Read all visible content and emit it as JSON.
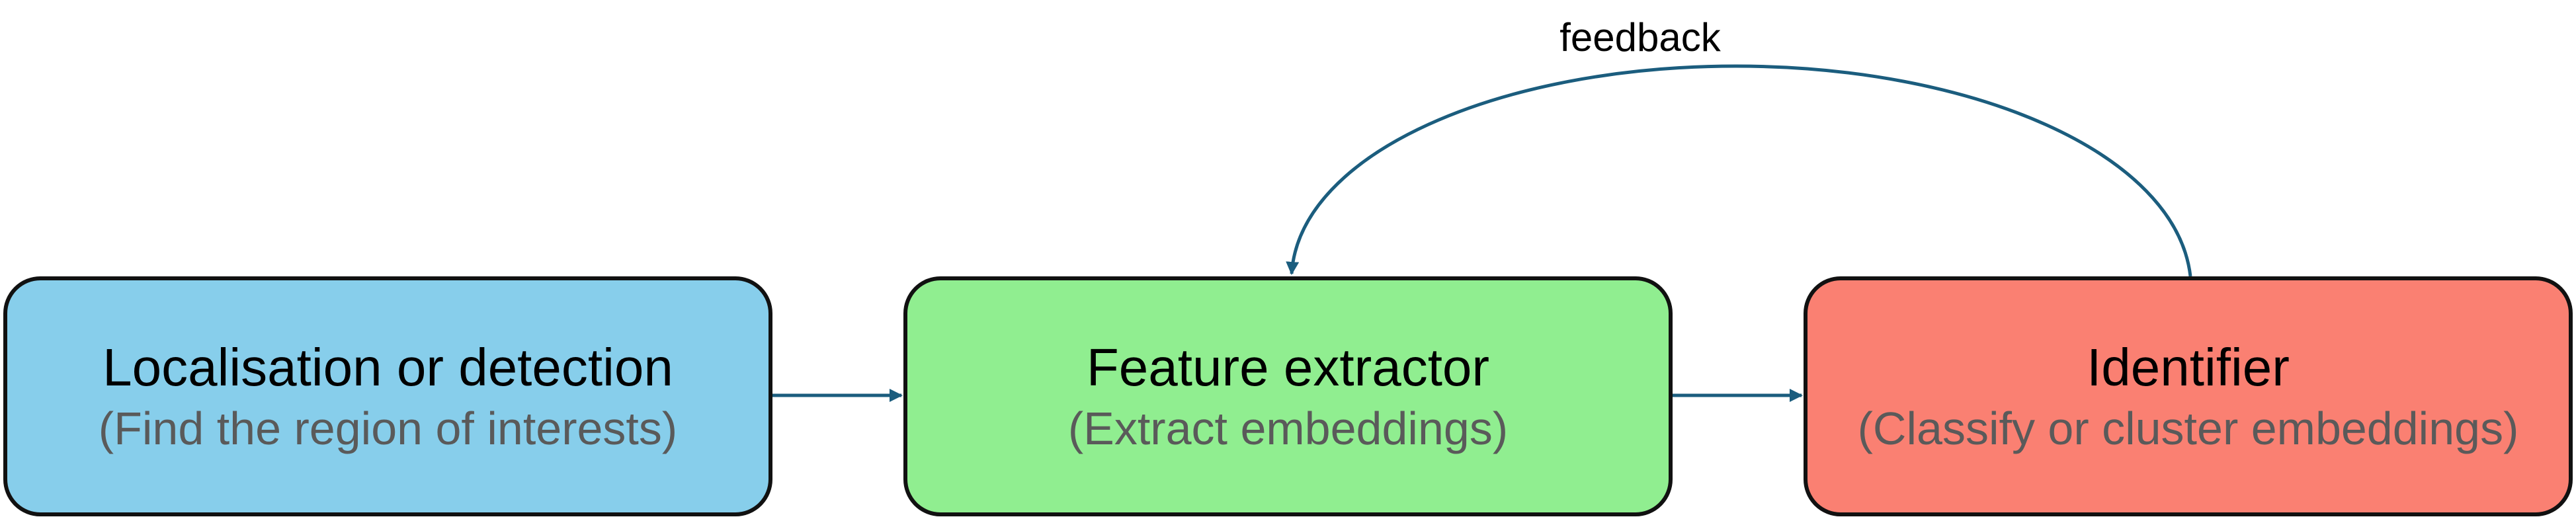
{
  "colors": {
    "localisation_fill": "#87ceeb",
    "feature_fill": "#90ee90",
    "identifier_fill": "#fa8072",
    "arrow": "#1b5d7e",
    "border": "#111111",
    "subtitle_text": "#5a5a5a"
  },
  "boxes": {
    "localisation": {
      "title": "Localisation or detection",
      "subtitle": "(Find the region of interests)"
    },
    "feature_extractor": {
      "title": "Feature extractor",
      "subtitle": "(Extract embeddings)"
    },
    "identifier": {
      "title": "Identifier",
      "subtitle": "(Classify or cluster embeddings)"
    }
  },
  "feedback": {
    "label": "feedback"
  }
}
